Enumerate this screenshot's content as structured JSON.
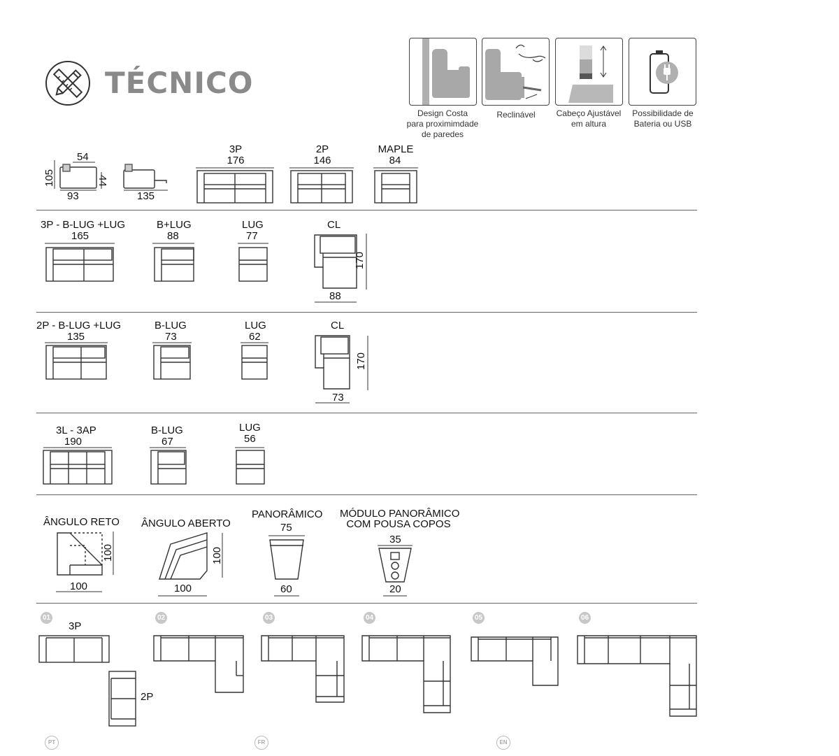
{
  "header": {
    "title": "TÉCNICO",
    "icon": "pencil-ruler-icon"
  },
  "features": [
    {
      "caption": [
        "Design Costa",
        "para proximimdade",
        "de paredes"
      ],
      "icon": "wall-sofa-icon"
    },
    {
      "caption": [
        "Reclinável"
      ],
      "icon": "recliner-icon"
    },
    {
      "caption": [
        "Cabeço Ajustável",
        "em altura"
      ],
      "icon": "headrest-height-icon"
    },
    {
      "caption": [
        "Possibilidade de",
        "Bateria ou USB"
      ],
      "icon": "battery-plug-icon"
    }
  ],
  "row1": {
    "side_width": "54",
    "side_height_total": "105",
    "side_height_seat": "44",
    "side_depth": "93",
    "recline_depth": "135",
    "items": [
      {
        "name": "3P",
        "width": "176"
      },
      {
        "name": "2P",
        "width": "146"
      },
      {
        "name": "MAPLE",
        "width": "84"
      }
    ]
  },
  "row2": {
    "items": [
      {
        "name": "3P - B-LUG +LUG",
        "width": "165"
      },
      {
        "name": "B+LUG",
        "width": "88"
      },
      {
        "name": "LUG",
        "width": "77"
      },
      {
        "name": "CL",
        "length": "170",
        "width": "88"
      }
    ]
  },
  "row3": {
    "items": [
      {
        "name": "2P - B-LUG +LUG",
        "width": "135"
      },
      {
        "name": "B-LUG",
        "width": "73"
      },
      {
        "name": "LUG",
        "width": "62"
      },
      {
        "name": "CL",
        "length": "170",
        "width": "73"
      }
    ]
  },
  "row4": {
    "items": [
      {
        "name": "3L - 3AP",
        "width": "190"
      },
      {
        "name": "B-LUG",
        "width": "67"
      },
      {
        "name": "LUG",
        "width": "56"
      }
    ]
  },
  "row5": {
    "items": [
      {
        "name": "ÂNGULO RETO",
        "width": "100",
        "depth": "100"
      },
      {
        "name": "ÂNGULO ABERTO",
        "width": "100",
        "depth": "100"
      },
      {
        "name": "PANORÂMICO",
        "top": "75",
        "bottom": "60"
      },
      {
        "name": [
          "MÓDULO PANORÂMICO",
          "COM POUSA COPOS"
        ],
        "top": "35",
        "bottom": "20"
      }
    ]
  },
  "configs": {
    "numbers": [
      "01",
      "02",
      "03",
      "04",
      "05",
      "06"
    ],
    "label_3p": "3P",
    "label_2p": "2P"
  },
  "languages": [
    "PT",
    "FR",
    "EN"
  ],
  "colors": {
    "line": "#444444",
    "title": "#8a8a8a",
    "fill": "#b8b8b8",
    "badge": "#c8c8c8"
  }
}
